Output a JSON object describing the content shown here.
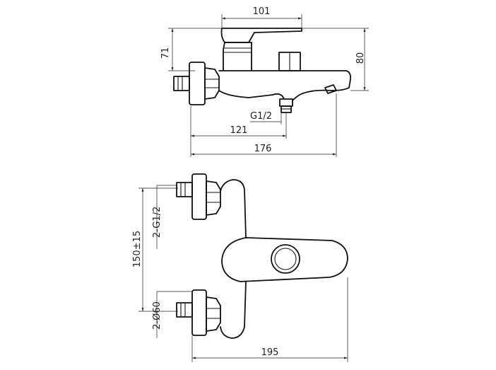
{
  "dimensions": {
    "top_handle_width": "101",
    "handle_height": "71",
    "total_height": "80",
    "inlet_thread": "G1/2",
    "spout_offset": "121",
    "total_length": "176",
    "inlet_threads": "2-G1/2",
    "center_distance": "150±15",
    "flange_diameter": "2-Ø60",
    "total_width": "195"
  },
  "colors": {
    "line": "#111111",
    "background": "#ffffff"
  }
}
